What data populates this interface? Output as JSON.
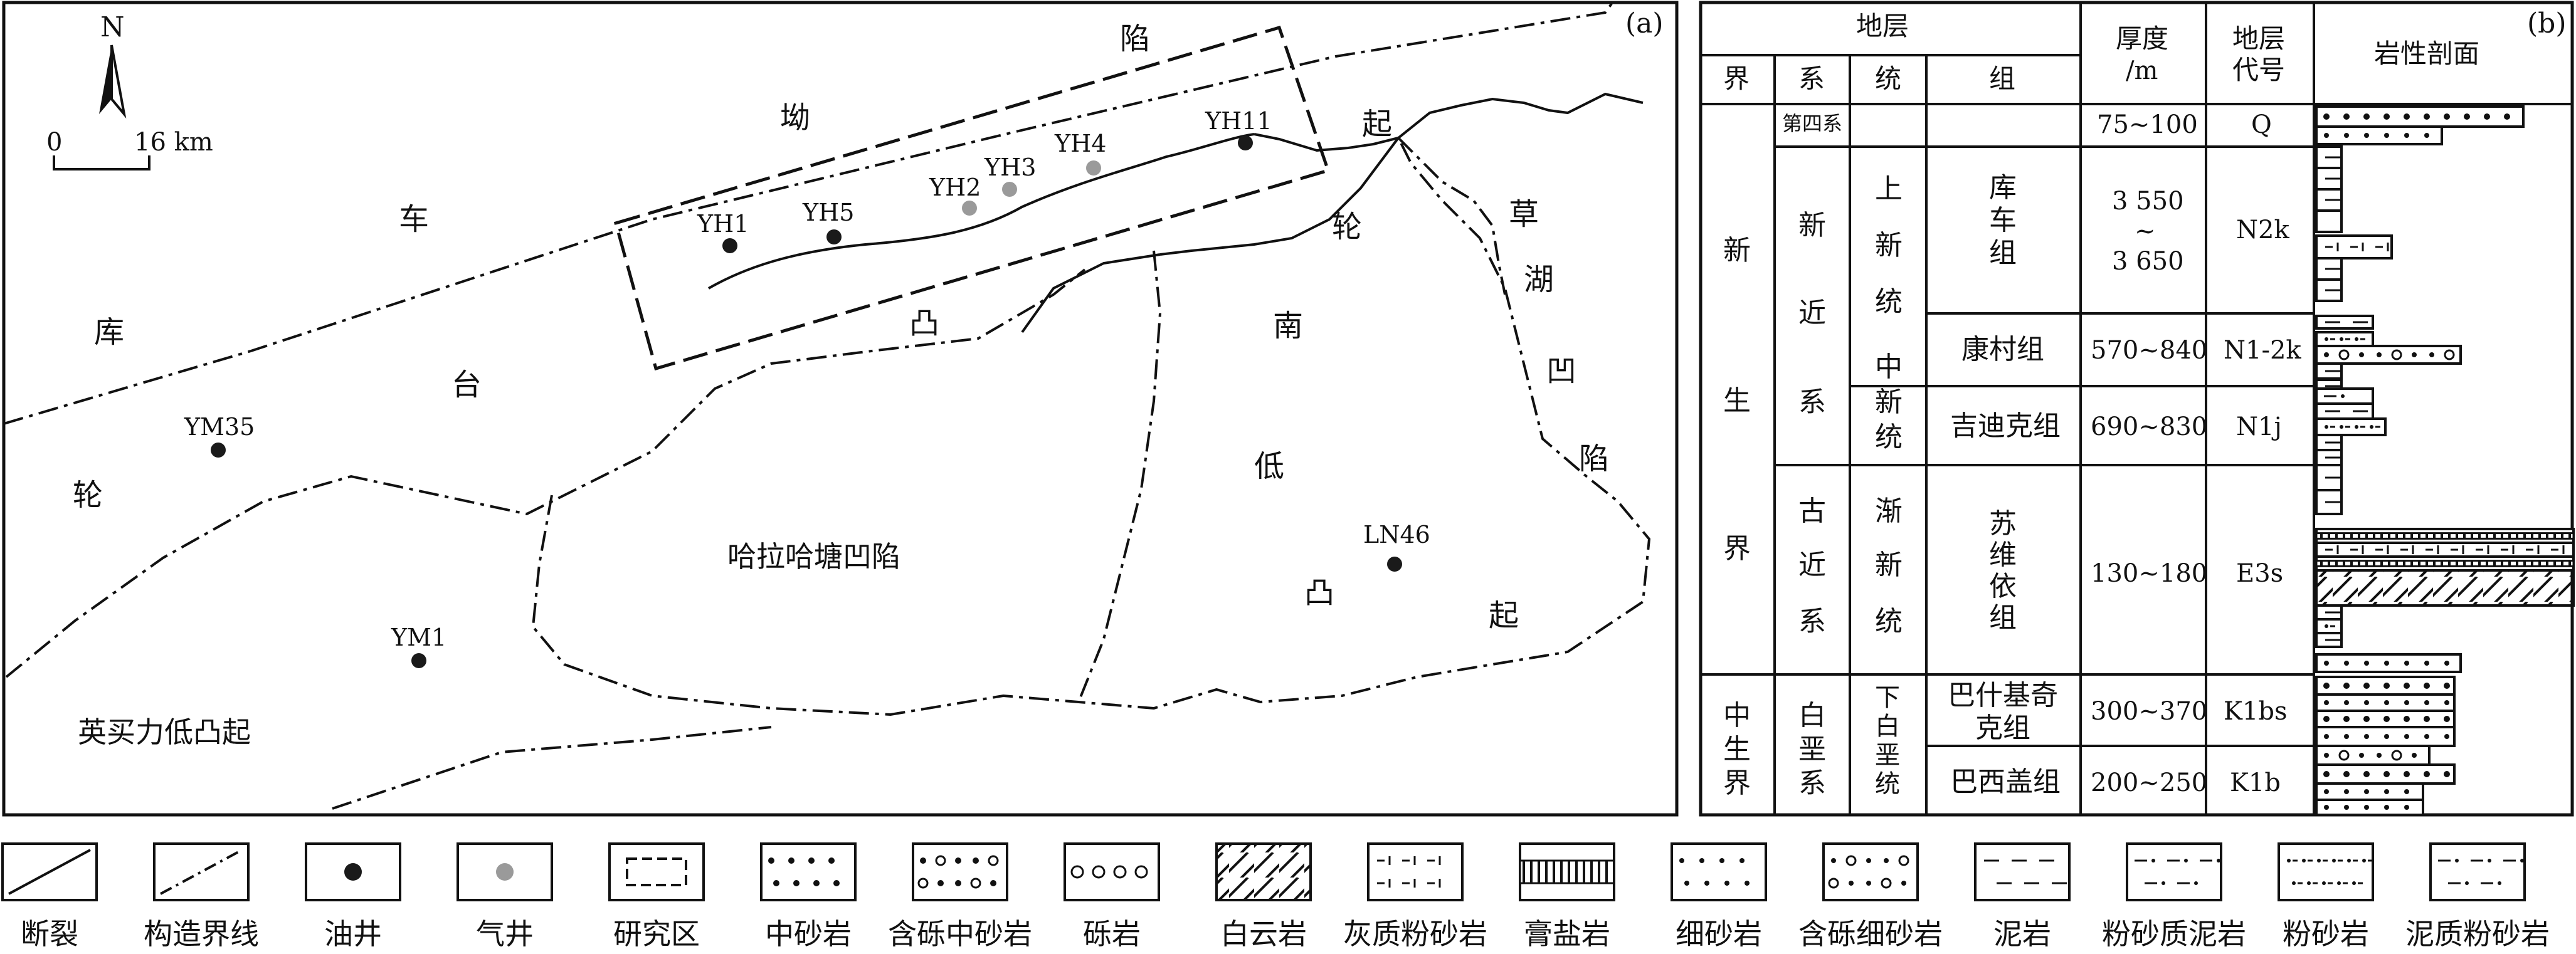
{
  "map": {
    "panel_label": "(a)",
    "north": "N",
    "scale": {
      "zero": "0",
      "distance": "16 km"
    },
    "region_chars": {
      "xian": "陷",
      "ao": "坳",
      "qi_top": "起",
      "che": "车",
      "ku": "库",
      "tai": "台",
      "lun_left": "轮",
      "tu_mid": "凸",
      "lun_right": "轮",
      "nan": "南",
      "di": "低",
      "tu_right": "凸",
      "qi_right": "起",
      "cao": "草",
      "hu": "湖",
      "ao2": "凹",
      "xian2": "陷"
    },
    "halahatang": "哈拉哈塘凹陷",
    "yingmaili": "英买力低凸起",
    "wells": [
      {
        "name": "YH1",
        "type": "oil"
      },
      {
        "name": "YH5",
        "type": "oil"
      },
      {
        "name": "YH2",
        "type": "gas"
      },
      {
        "name": "YH3",
        "type": "gas"
      },
      {
        "name": "YH4",
        "type": "gas"
      },
      {
        "name": "YH11",
        "type": "oil"
      },
      {
        "name": "YM35",
        "type": "oil"
      },
      {
        "name": "YM1",
        "type": "oil"
      },
      {
        "name": "LN46",
        "type": "oil"
      }
    ]
  },
  "strat": {
    "panel_label": "(b)",
    "headers": {
      "diceng": "地层",
      "jie": "界",
      "xi": "系",
      "tong": "统",
      "zu": "组",
      "houdu": [
        "厚度",
        "/m"
      ],
      "daihao": [
        "地层",
        "代号"
      ],
      "pouxian": "岩性剖面"
    },
    "jie": [
      [
        "新",
        "生",
        "界"
      ],
      [
        "中",
        "生",
        "界"
      ]
    ],
    "xi": [
      [
        "第四系"
      ],
      [
        "新",
        "近",
        "系"
      ],
      [
        "古",
        "近",
        "系"
      ],
      [
        "白",
        "垩",
        "系"
      ]
    ],
    "tong": [
      [
        "上",
        "新",
        "统"
      ],
      [
        "中",
        "新",
        "统"
      ],
      [
        "渐",
        "新",
        "统"
      ],
      [
        "下",
        "白",
        "垩",
        "统"
      ]
    ],
    "zu": [
      [
        "库",
        "车",
        "组"
      ],
      [
        "康村组"
      ],
      [
        "吉迪克组"
      ],
      [
        "苏",
        "维",
        "依",
        "组"
      ],
      [
        "巴什基奇",
        "克组"
      ],
      [
        "巴西盖组"
      ]
    ],
    "thickness": [
      "75~100",
      "3 550",
      "~",
      "3 650",
      "570~840",
      "690~830",
      "130~180",
      "300~370",
      "200~250"
    ],
    "codes": [
      "Q",
      "N2k",
      "N1-2k",
      "N1j",
      "E3s",
      "K1bs",
      "K1b"
    ]
  },
  "legend": [
    {
      "id": "fault",
      "label": "断裂"
    },
    {
      "id": "boundary",
      "label": "构造界线"
    },
    {
      "id": "oilwell",
      "label": "油井"
    },
    {
      "id": "gaswell",
      "label": "气井"
    },
    {
      "id": "study",
      "label": "研究区"
    },
    {
      "id": "msand",
      "label": "中砂岩"
    },
    {
      "id": "gmsand",
      "label": "含砾中砂岩"
    },
    {
      "id": "conglom",
      "label": "砾岩"
    },
    {
      "id": "dolomite",
      "label": "白云岩"
    },
    {
      "id": "calcsilt",
      "label": "灰质粉砂岩"
    },
    {
      "id": "gypsalt",
      "label": "膏盐岩"
    },
    {
      "id": "fsand",
      "label": "细砂岩"
    },
    {
      "id": "gfsand",
      "label": "含砾细砂岩"
    },
    {
      "id": "mudstone",
      "label": "泥岩"
    },
    {
      "id": "siltmud",
      "label": "粉砂质泥岩"
    },
    {
      "id": "siltstone",
      "label": "粉砂岩"
    },
    {
      "id": "mudsilt",
      "label": "泥质粉砂岩"
    }
  ],
  "colors": {
    "line": "#111111",
    "oil": "#1a1a1a",
    "gas": "#9a9a9a"
  }
}
